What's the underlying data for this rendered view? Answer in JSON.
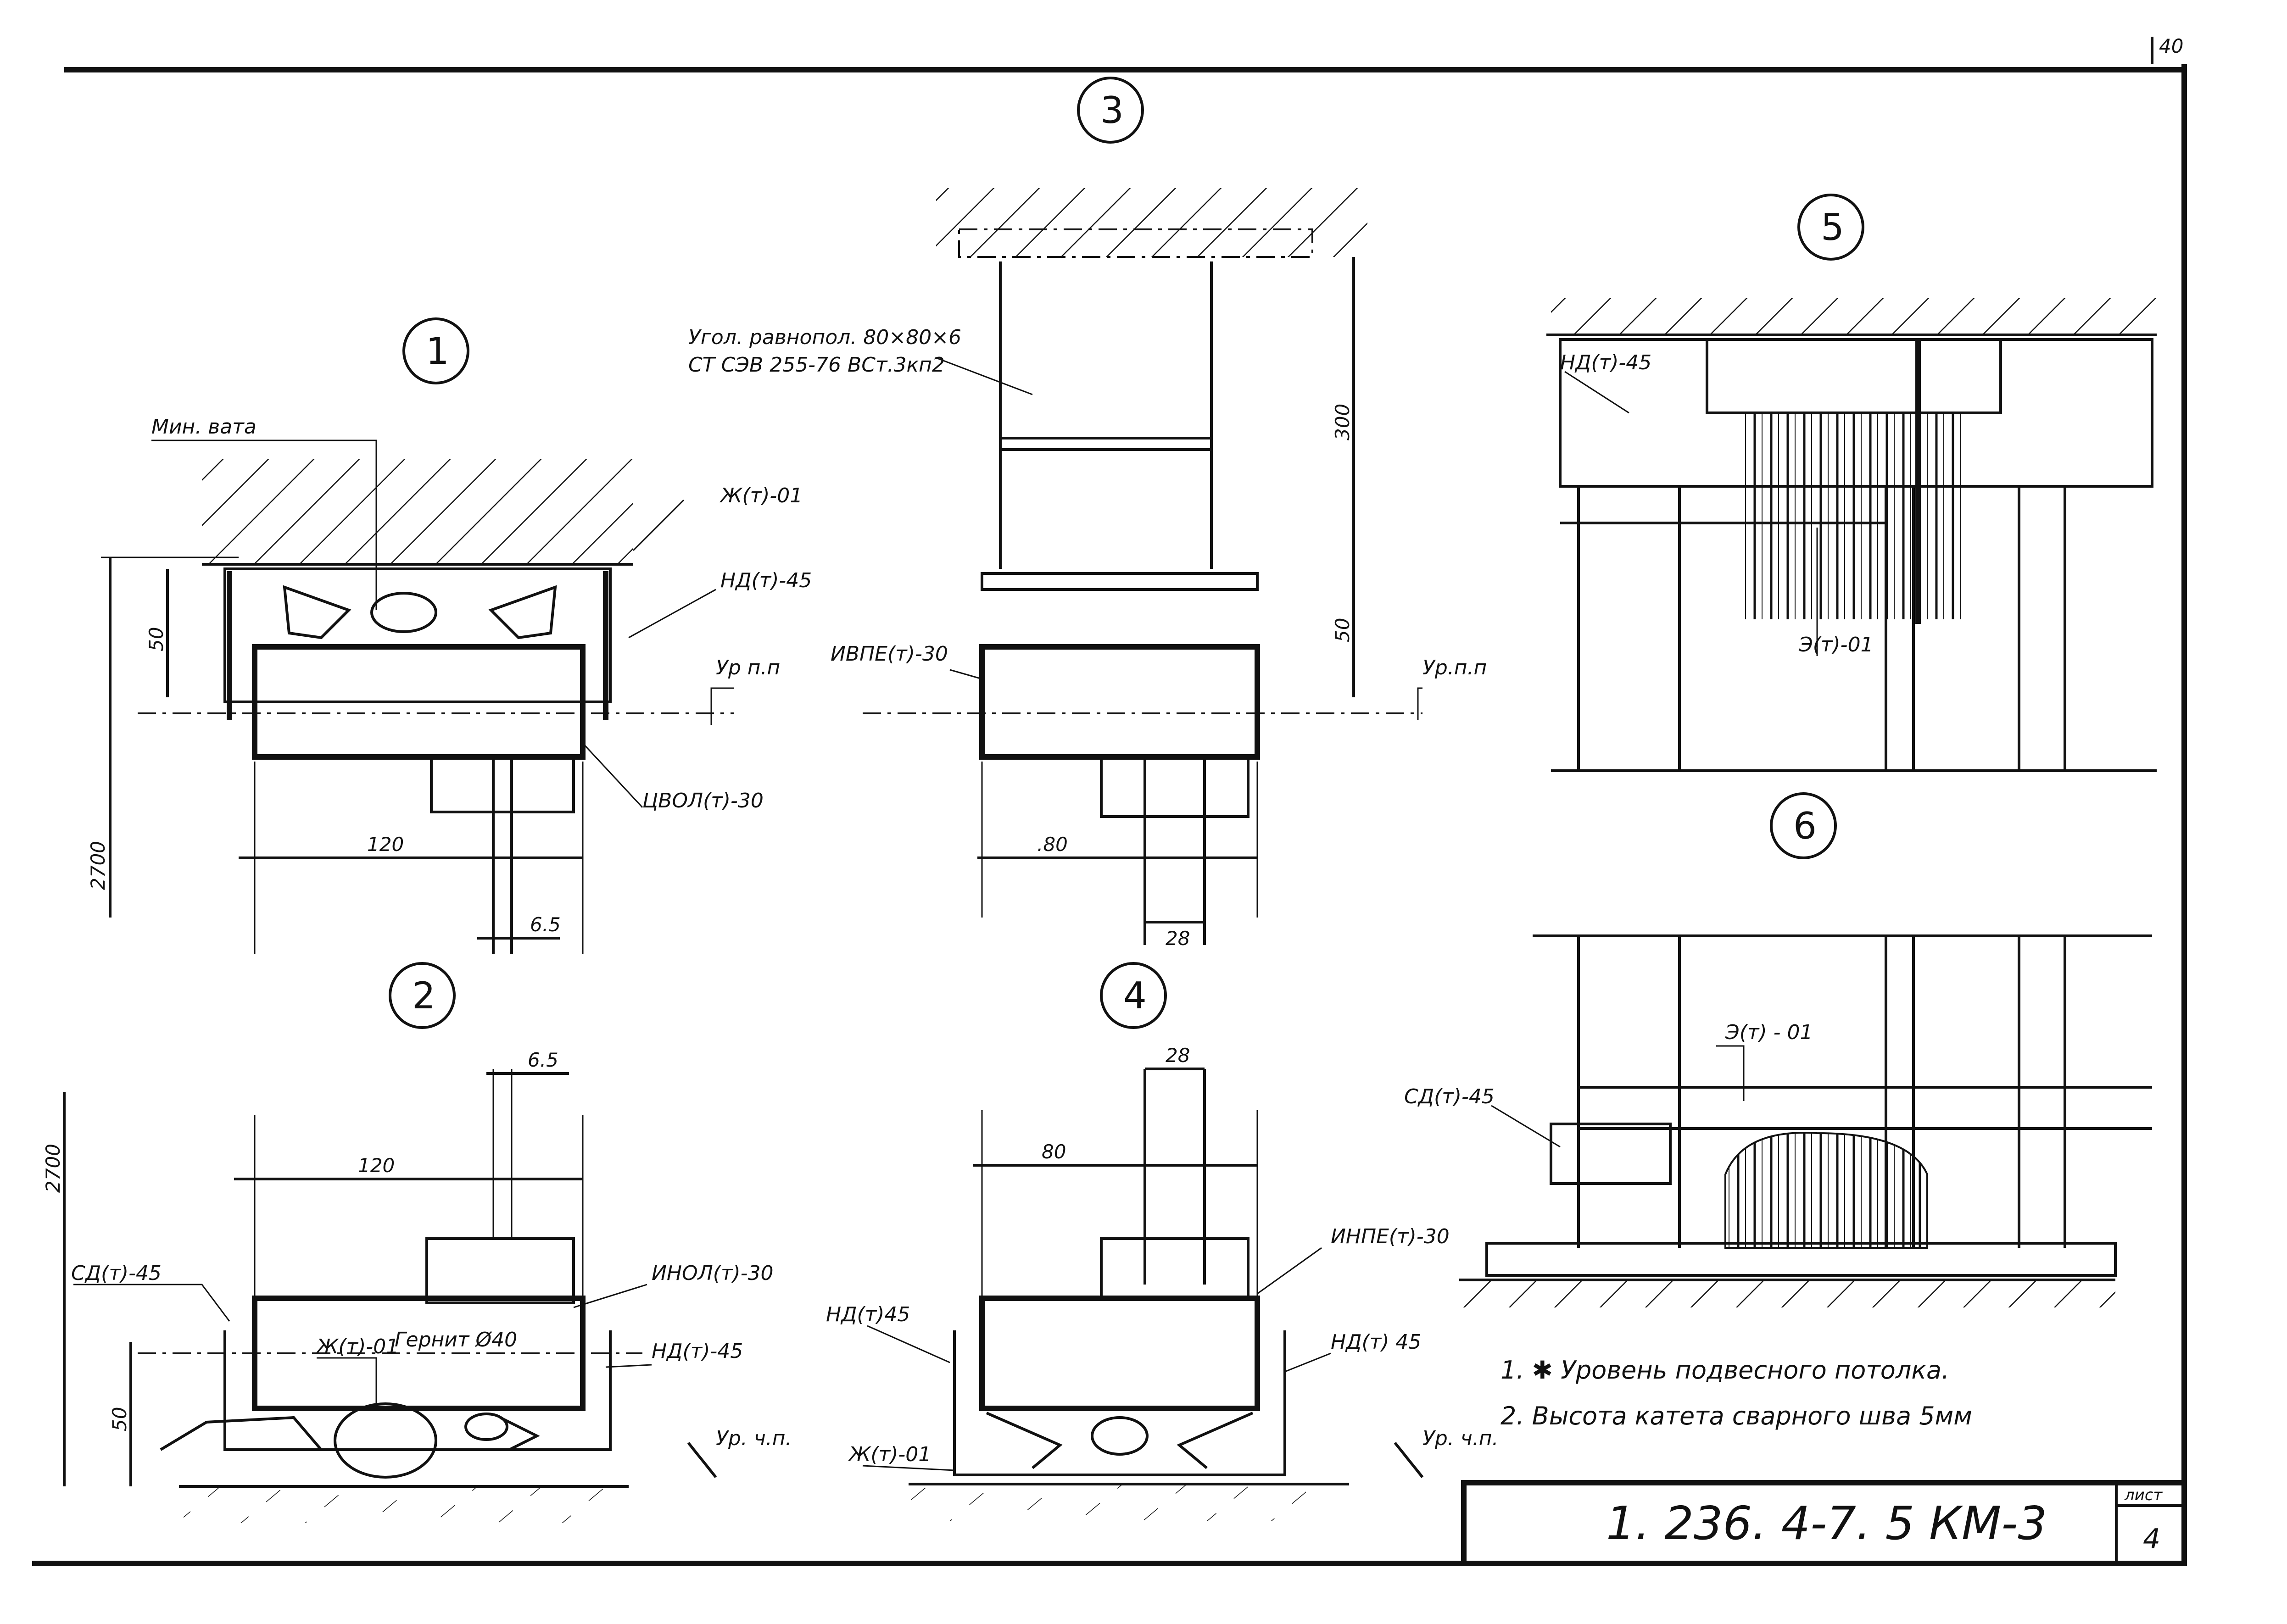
{
  "sheet": {
    "page_number": "40",
    "stamp_code": "1. 236. 4-7. 5 КМ-3",
    "list_label": "лист",
    "list_number": "4"
  },
  "bubbles": [
    "1",
    "2",
    "3",
    "4",
    "5",
    "6"
  ],
  "view1": {
    "min_vata": "Мин. вата",
    "zh_t_01": "Ж(т)-01",
    "nd_t_45": "НД(т)-45",
    "ur_pp": "Ур п.п",
    "tsvol": "ЦВОЛ(т)-30",
    "dim_50": "50",
    "dim_2700": "2700",
    "dim_120": "120",
    "dim_6_5": "6.5"
  },
  "view2": {
    "sd_t_45": "СД(т)-45",
    "inol": "ИНОЛ(т)-30",
    "zh_t_01": "Ж(т)-01",
    "gernit": "Гернит Ø40",
    "nd_t_45": "НД(т)-45",
    "ur_chp": "Ур. ч.п.",
    "dim_2700": "2700",
    "dim_120": "120",
    "dim_6_5": "6.5",
    "dim_50": "50"
  },
  "view3": {
    "ugol_line1": "Угол. равнопол. 80×80×6",
    "ugol_line2": "СТ СЭВ 255-76 ВСт.3кп2",
    "uvpe": "ИВПЕ(т)-30",
    "ur_pp": "Ур.п.п",
    "dim_300": "300",
    "dim_50": "50",
    "dim_80": ".80",
    "dim_28": "28"
  },
  "view4": {
    "nd_left": "НД(т)45",
    "inpe": "ИНПЕ(т)-30",
    "nd_right": "НД(т) 45",
    "zh_t_01": "Ж(т)-01",
    "ur_chp": "Ур. ч.п.",
    "dim_28": "28",
    "dim_80": "80"
  },
  "view5": {
    "nd_t_45": "НД(т)-45",
    "e_t_01": "Э(т)-01"
  },
  "view6": {
    "e_t_01": "Э(т) - 01",
    "sd_t_45": "СД(т)-45"
  },
  "notes": [
    "1. ✱ Уровень подвесного потолка.",
    "2. Высота катета сварного шва 5мм"
  ]
}
